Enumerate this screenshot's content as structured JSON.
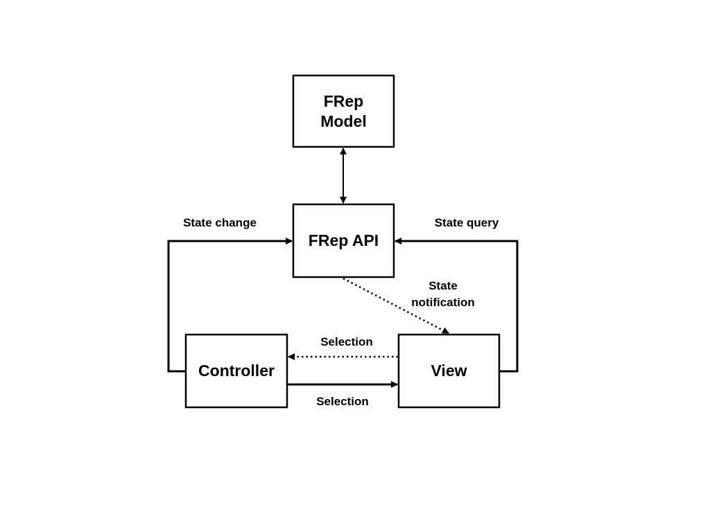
{
  "diagram": {
    "nodes": {
      "model": {
        "label": "FRep\nModel"
      },
      "api": {
        "label": "FRep API"
      },
      "controller": {
        "label": "Controller"
      },
      "view": {
        "label": "View"
      }
    },
    "edges": {
      "model_api": {
        "kind": "bidirectional-solid"
      },
      "state_change": {
        "label": "State change",
        "from": "controller",
        "to": "api",
        "kind": "solid"
      },
      "state_query": {
        "label": "State query",
        "from": "view",
        "to": "api",
        "kind": "solid"
      },
      "state_notification": {
        "label": "State\nnotification",
        "from": "api",
        "to": "view",
        "kind": "dotted"
      },
      "selection_top": {
        "label": "Selection",
        "from": "view",
        "to": "controller",
        "kind": "dotted"
      },
      "selection_bottom": {
        "label": "Selection",
        "from": "controller",
        "to": "view",
        "kind": "solid"
      }
    },
    "colors": {
      "stroke": "#000000",
      "background": "#ffffff"
    }
  }
}
